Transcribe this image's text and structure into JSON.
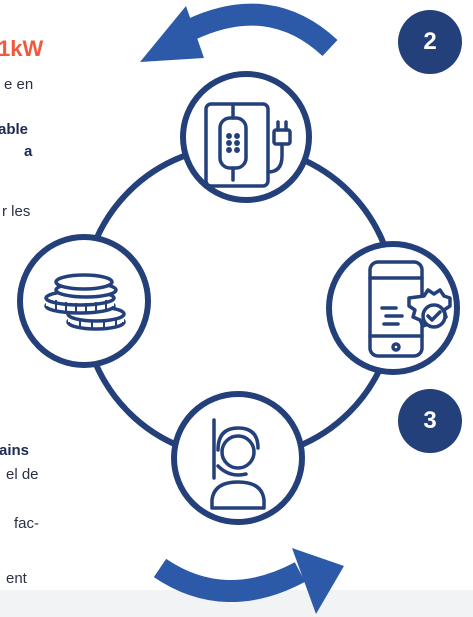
{
  "left_text": {
    "heading": "1kW",
    "lines": [
      "e en",
      "able",
      "a",
      "r les",
      "ains",
      "el de",
      "fac-",
      "ent"
    ]
  },
  "badges": {
    "badge_2": "2",
    "badge_3": "3"
  },
  "colors": {
    "navy": "#24407a",
    "accent": "#f05a3c",
    "arrow": "#2c5aa8",
    "bg_bottom": "#f2f3f5"
  },
  "icons": [
    "charger-icon",
    "phone-settings-icon",
    "support-agent-icon",
    "coins-icon"
  ]
}
